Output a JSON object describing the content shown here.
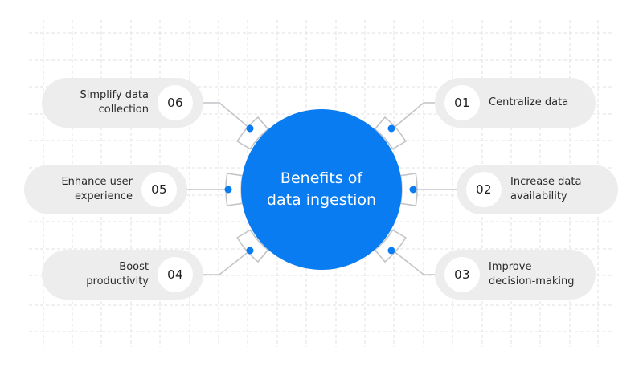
{
  "diagram": {
    "title": "Benefits of\ndata ingestion",
    "colors": {
      "accent": "#0a7cf2",
      "pill_bg": "#ededed",
      "connector": "#c2c4c7",
      "grid": "#e3e3e3"
    },
    "benefits": [
      {
        "number": "01",
        "label": "Centralize data",
        "side": "right"
      },
      {
        "number": "02",
        "label": "Increase data\navailability",
        "side": "right"
      },
      {
        "number": "03",
        "label": "Improve\ndecision-making",
        "side": "right"
      },
      {
        "number": "04",
        "label": "Boost\nproductivity",
        "side": "left"
      },
      {
        "number": "05",
        "label": "Enhance user\nexperience",
        "side": "left"
      },
      {
        "number": "06",
        "label": "Simplify data\ncollection",
        "side": "left"
      }
    ]
  }
}
